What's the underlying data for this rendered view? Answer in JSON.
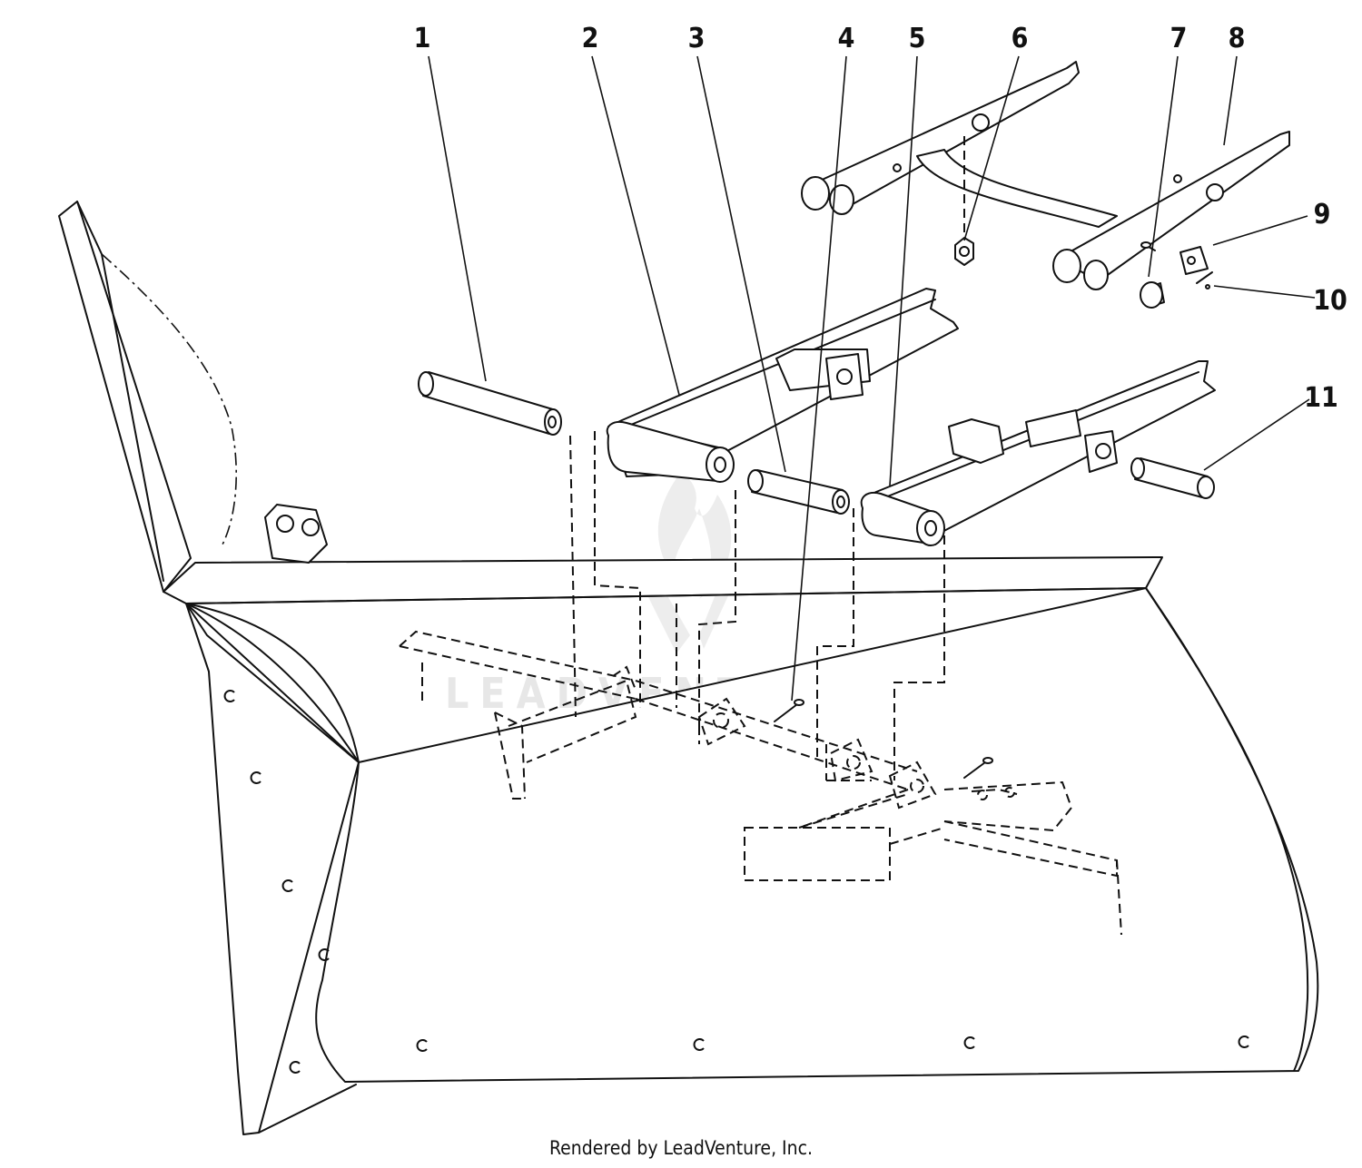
{
  "diagram": {
    "callouts": [
      {
        "id": "callout-1",
        "label": "1"
      },
      {
        "id": "callout-2",
        "label": "2"
      },
      {
        "id": "callout-3",
        "label": "3"
      },
      {
        "id": "callout-4",
        "label": "4"
      },
      {
        "id": "callout-5",
        "label": "5"
      },
      {
        "id": "callout-6",
        "label": "6"
      },
      {
        "id": "callout-7",
        "label": "7"
      },
      {
        "id": "callout-8",
        "label": "8"
      },
      {
        "id": "callout-9",
        "label": "9"
      },
      {
        "id": "callout-10",
        "label": "10"
      },
      {
        "id": "callout-11",
        "label": "11"
      }
    ],
    "watermark": "LEADVENTURE",
    "credit": "Rendered by LeadVenture, Inc."
  }
}
